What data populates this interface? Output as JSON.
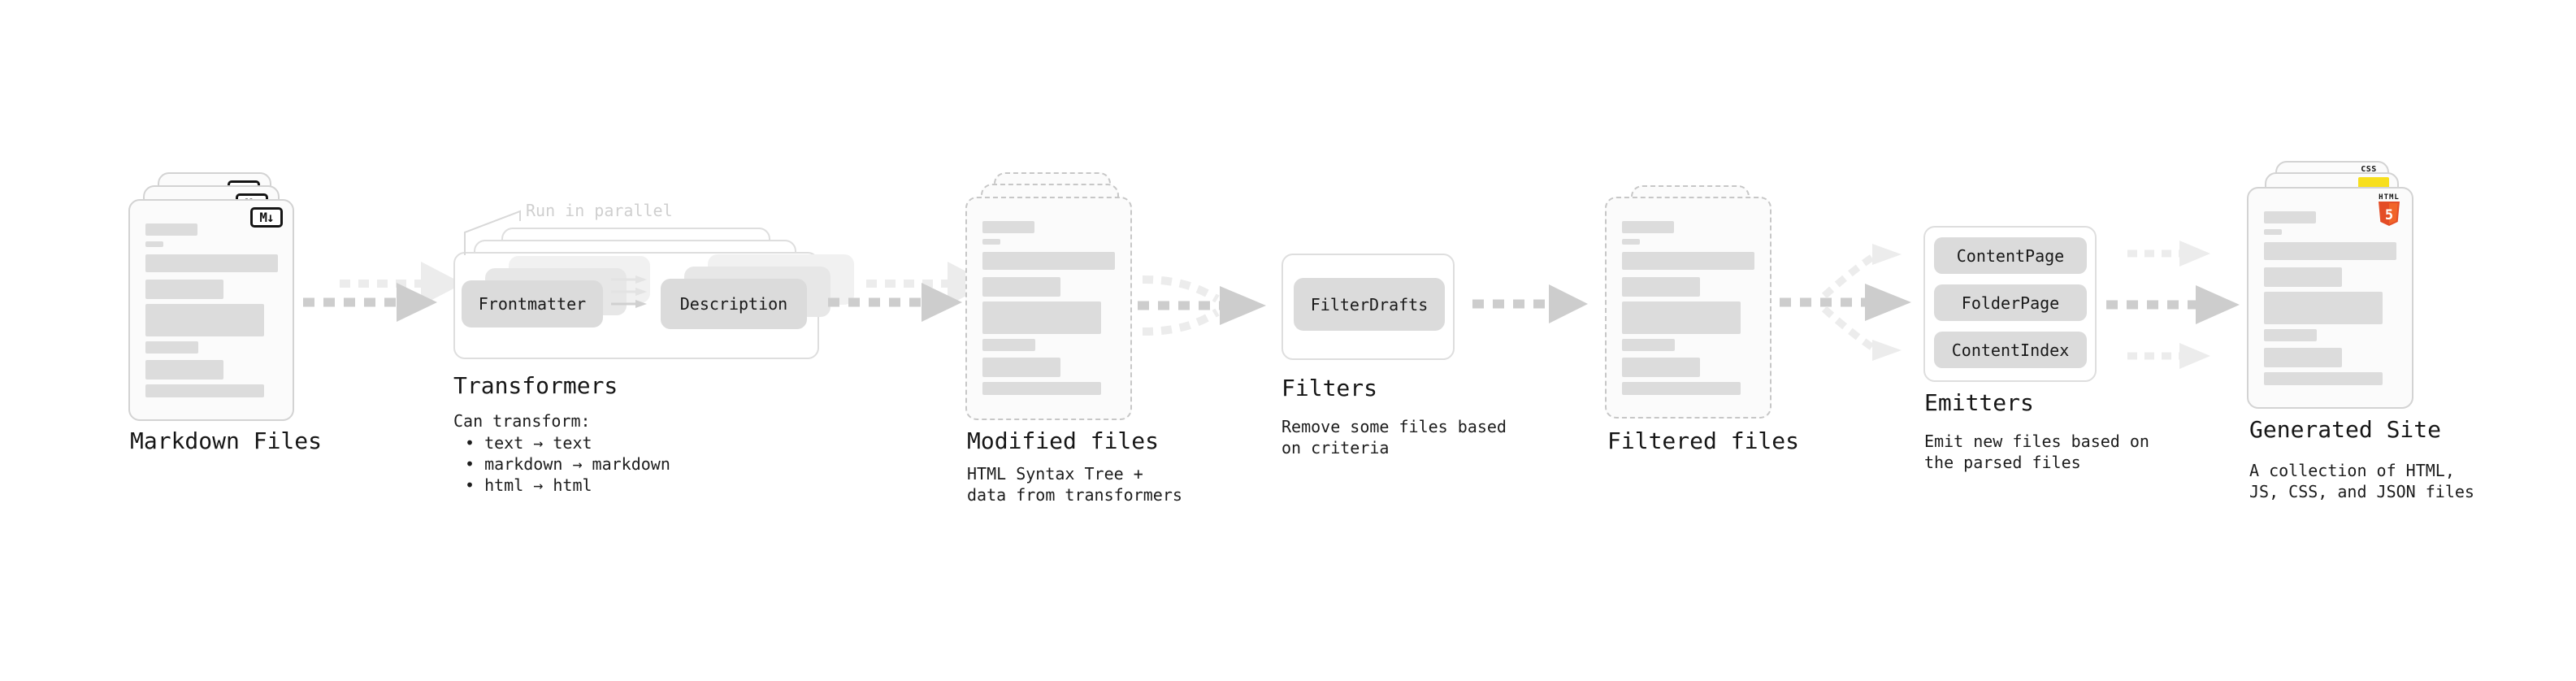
{
  "diagram": {
    "markdown": {
      "title": "Markdown Files",
      "badge": "M↓"
    },
    "transformers": {
      "note": "Run in parallel",
      "input_pill": "Frontmatter",
      "output_pill": "Description",
      "title": "Transformers",
      "subtitle": "Can transform:",
      "bullets": [
        "• text → text",
        "• markdown → markdown",
        "• html → html"
      ]
    },
    "modified": {
      "title": "Modified files",
      "desc": [
        "HTML Syntax Tree +",
        "data from transformers"
      ]
    },
    "filters": {
      "pill": "FilterDrafts",
      "title": "Filters",
      "desc": [
        "Remove some files based",
        "on criteria"
      ]
    },
    "filtered": {
      "title": "Filtered files"
    },
    "emitters": {
      "pills": [
        "ContentPage",
        "FolderPage",
        "ContentIndex"
      ],
      "title": "Emitters",
      "desc": [
        "Emit new files based on",
        "the parsed files"
      ]
    },
    "generated": {
      "title": "Generated Site",
      "desc": [
        "A collection of HTML,",
        "JS, CSS, and JSON files"
      ],
      "css_badge": "CSS",
      "html_badge": {
        "word": "HTML",
        "number": "5"
      }
    },
    "colors": {
      "js_yellow": "#f7df1e",
      "html_orange": "#e44d26",
      "html_orange_light": "#f16529",
      "css_blue": "#2b68e8",
      "arrow_dark": "#cdcdcd",
      "arrow_light": "#ececec",
      "skeleton_gray": "#dcdcdc"
    }
  }
}
